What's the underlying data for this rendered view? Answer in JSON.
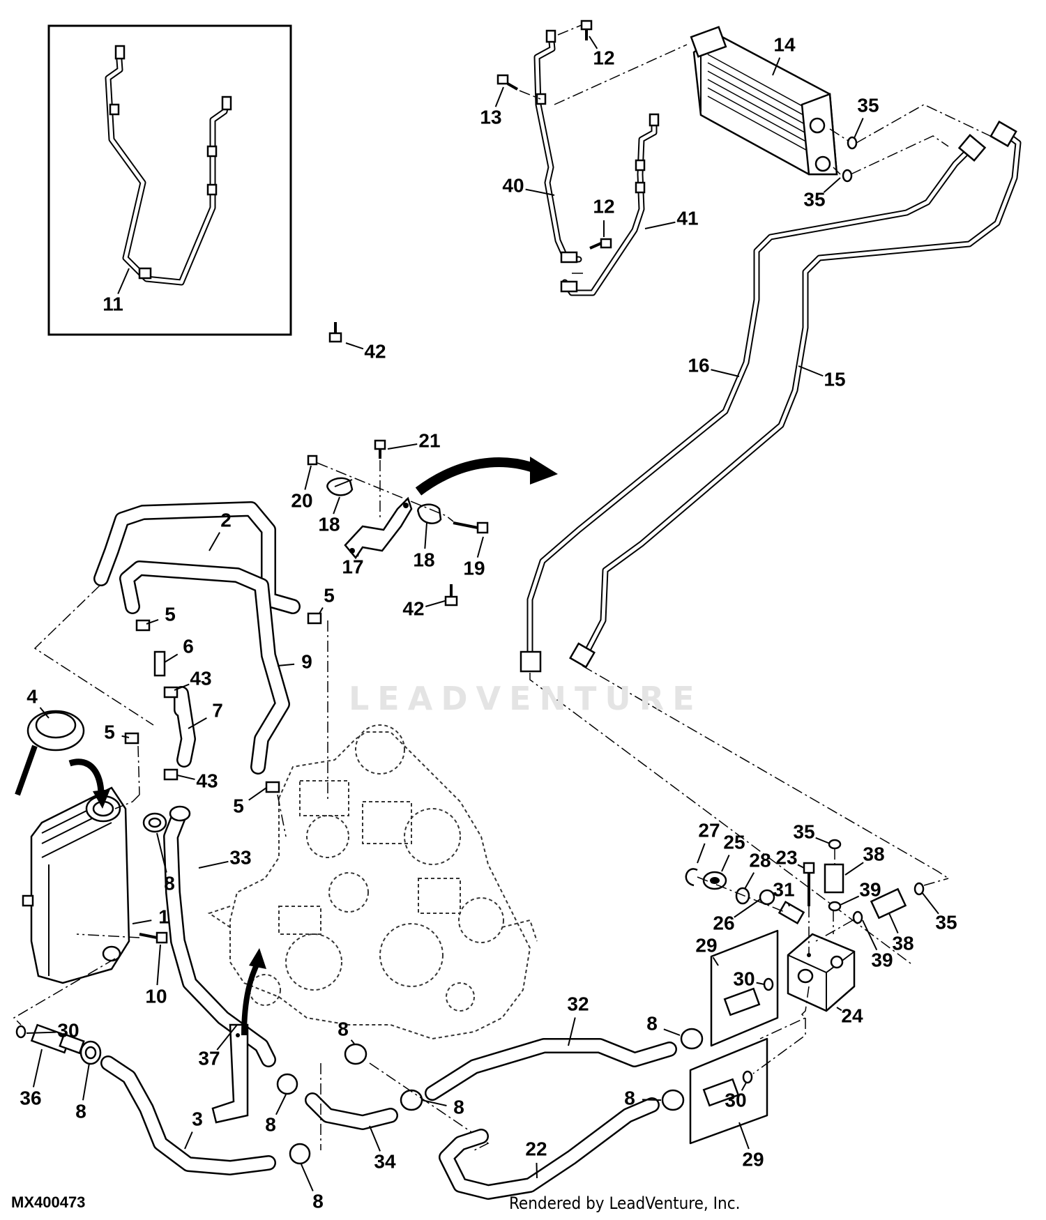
{
  "diagram": {
    "id": "MX400473",
    "credit": "Rendered by LeadVenture, Inc.",
    "watermark": "LEADVENTURE"
  },
  "callouts": [
    {
      "id": "c11",
      "text": "11"
    },
    {
      "id": "c12a",
      "text": "12"
    },
    {
      "id": "c12b",
      "text": "12"
    },
    {
      "id": "c13",
      "text": "13"
    },
    {
      "id": "c14",
      "text": "14"
    },
    {
      "id": "c35a",
      "text": "35"
    },
    {
      "id": "c35b",
      "text": "35"
    },
    {
      "id": "c40",
      "text": "40"
    },
    {
      "id": "c41",
      "text": "41"
    },
    {
      "id": "c42a",
      "text": "42"
    },
    {
      "id": "c16",
      "text": "16"
    },
    {
      "id": "c15",
      "text": "15"
    },
    {
      "id": "c21",
      "text": "21"
    },
    {
      "id": "c20",
      "text": "20"
    },
    {
      "id": "c18a",
      "text": "18"
    },
    {
      "id": "c17",
      "text": "17"
    },
    {
      "id": "c18b",
      "text": "18"
    },
    {
      "id": "c19",
      "text": "19"
    },
    {
      "id": "c2",
      "text": "2"
    },
    {
      "id": "c5a",
      "text": "5"
    },
    {
      "id": "c5b",
      "text": "5"
    },
    {
      "id": "c42b",
      "text": "42"
    },
    {
      "id": "c6",
      "text": "6"
    },
    {
      "id": "c9",
      "text": "9"
    },
    {
      "id": "c43a",
      "text": "43"
    },
    {
      "id": "c4",
      "text": "4"
    },
    {
      "id": "c7",
      "text": "7"
    },
    {
      "id": "c5c",
      "text": "5"
    },
    {
      "id": "c43b",
      "text": "43"
    },
    {
      "id": "c5d",
      "text": "5"
    },
    {
      "id": "c33",
      "text": "33"
    },
    {
      "id": "c8a",
      "text": "8"
    },
    {
      "id": "c1",
      "text": "1"
    },
    {
      "id": "c10",
      "text": "10"
    },
    {
      "id": "c27",
      "text": "27"
    },
    {
      "id": "c25",
      "text": "25"
    },
    {
      "id": "c35c",
      "text": "35"
    },
    {
      "id": "c38a",
      "text": "38"
    },
    {
      "id": "c28",
      "text": "28"
    },
    {
      "id": "c23",
      "text": "23"
    },
    {
      "id": "c31",
      "text": "31"
    },
    {
      "id": "c39a",
      "text": "39"
    },
    {
      "id": "c26",
      "text": "26"
    },
    {
      "id": "c35d",
      "text": "35"
    },
    {
      "id": "c38b",
      "text": "38"
    },
    {
      "id": "c29a",
      "text": "29"
    },
    {
      "id": "c39b",
      "text": "39"
    },
    {
      "id": "c30a",
      "text": "30"
    },
    {
      "id": "c24",
      "text": "24"
    },
    {
      "id": "c32",
      "text": "32"
    },
    {
      "id": "c8b",
      "text": "8"
    },
    {
      "id": "c30b",
      "text": "30"
    },
    {
      "id": "c8c",
      "text": "8"
    },
    {
      "id": "c37",
      "text": "37"
    },
    {
      "id": "c36",
      "text": "36"
    },
    {
      "id": "c8d",
      "text": "8"
    },
    {
      "id": "c8e",
      "text": "8"
    },
    {
      "id": "c8f",
      "text": "8"
    },
    {
      "id": "c8g",
      "text": "8"
    },
    {
      "id": "c30c",
      "text": "30"
    },
    {
      "id": "c3",
      "text": "3"
    },
    {
      "id": "c34",
      "text": "34"
    },
    {
      "id": "c22",
      "text": "22"
    },
    {
      "id": "c29b",
      "text": "29"
    },
    {
      "id": "c8h",
      "text": "8"
    }
  ]
}
